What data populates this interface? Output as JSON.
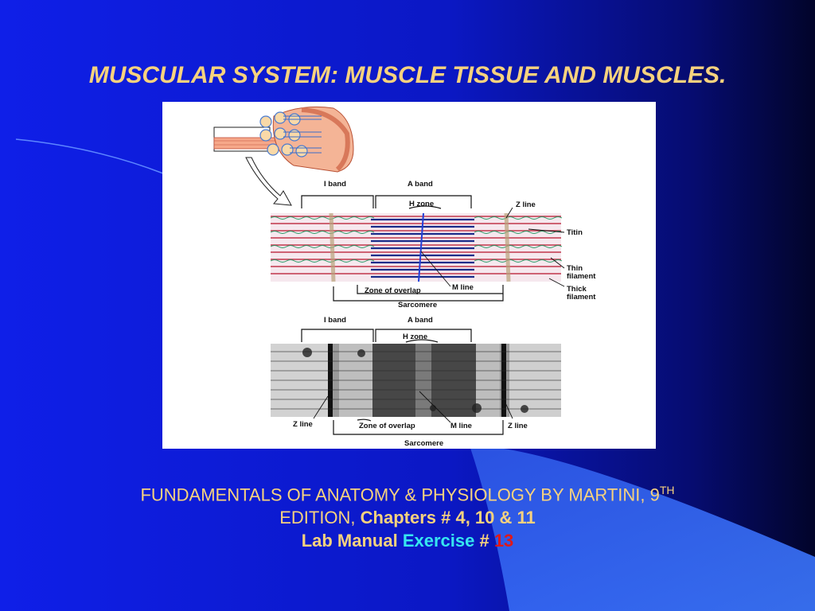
{
  "slide": {
    "title": "MUSCULAR SYSTEM: MUSCLE TISSUE AND MUSCLES.",
    "footer": {
      "line1_text": "FUNDAMENTALS OF ANATOMY & PHYSIOLOGY BY MARTINI, 9",
      "line1_sup": "TH",
      "line2_plain": "EDITION, ",
      "line2_bold": "Chapters # 4, 10 & 11",
      "line3_part1": "Lab Manual ",
      "line3_part2": "Exercise",
      "line3_part3": " # ",
      "line3_part4": "13"
    },
    "colors": {
      "title": "#f7d27e",
      "exercise": "#36e6f0",
      "number": "#e01818"
    }
  },
  "figure": {
    "top": {
      "i_band": "I band",
      "a_band": "A band",
      "h_zone": "H zone",
      "z_line": "Z line",
      "titin": "Titin",
      "thin_1": "Thin",
      "thin_2": "filament",
      "thick_1": "Thick",
      "thick_2": "filament",
      "m_line": "M line",
      "zone_overlap": "Zone of overlap",
      "sarcomere": "Sarcomere"
    },
    "bottom": {
      "i_band": "I band",
      "a_band": "A band",
      "h_zone": "H zone",
      "z_line_left": "Z line",
      "zone_overlap": "Zone of overlap",
      "m_line": "M line",
      "z_line_right": "Z line",
      "sarcomere": "Sarcomere"
    }
  }
}
